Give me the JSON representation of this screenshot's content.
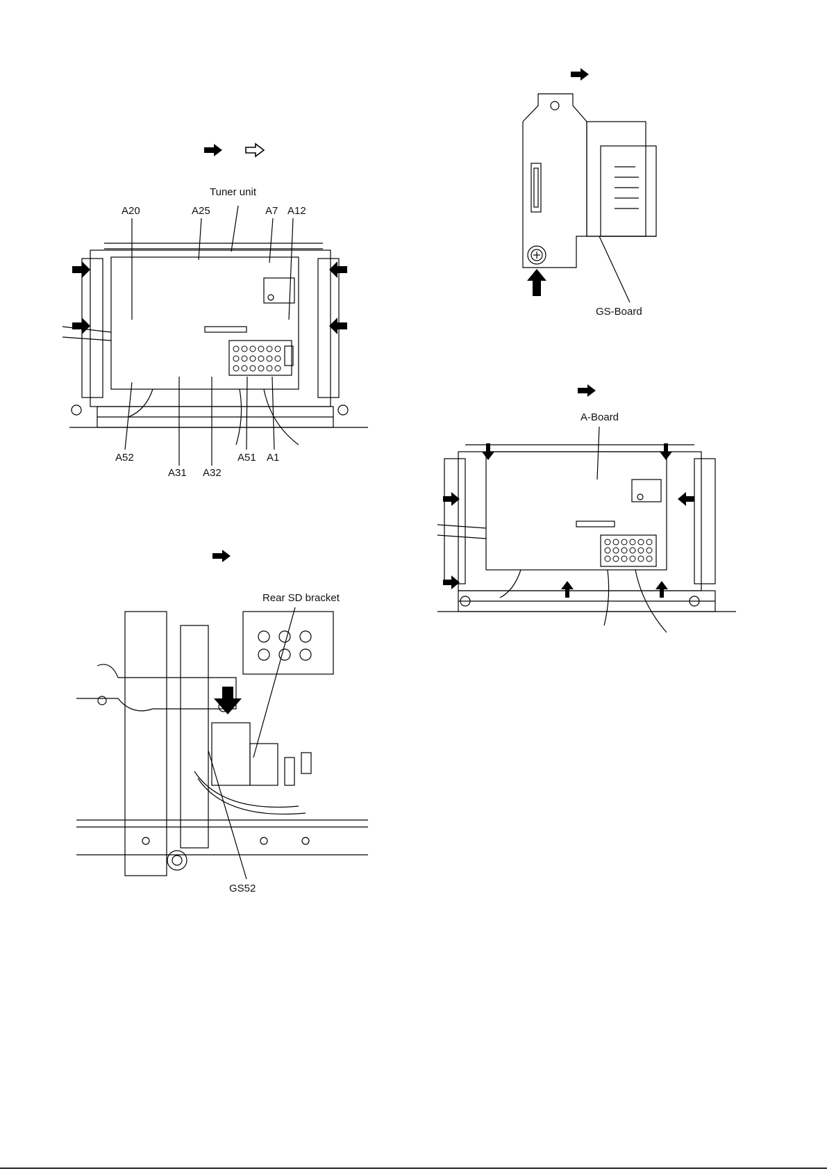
{
  "figures": {
    "tuner_removal": {
      "labels": {
        "tuner_unit": "Tuner unit",
        "a20": "A20",
        "a25": "A25",
        "a7": "A7",
        "a12": "A12",
        "a52": "A52",
        "a31": "A31",
        "a32": "A32",
        "a51": "A51",
        "a1": "A1"
      },
      "arrow_icons": [
        "filled-arrow-icon",
        "outline-arrow-icon"
      ]
    },
    "rear_sd_bracket": {
      "labels": {
        "rear_sd_bracket": "Rear SD bracket",
        "gs52": "GS52"
      },
      "arrow_icons": [
        "filled-arrow-icon"
      ]
    },
    "gs_board": {
      "labels": {
        "gs_board": "GS-Board"
      },
      "arrow_icons": [
        "filled-arrow-icon"
      ]
    },
    "a_board": {
      "labels": {
        "a_board": "A-Board"
      },
      "arrow_icons": [
        "filled-arrow-icon"
      ]
    }
  },
  "colors": {
    "ink": "#000000",
    "paper": "#ffffff"
  }
}
